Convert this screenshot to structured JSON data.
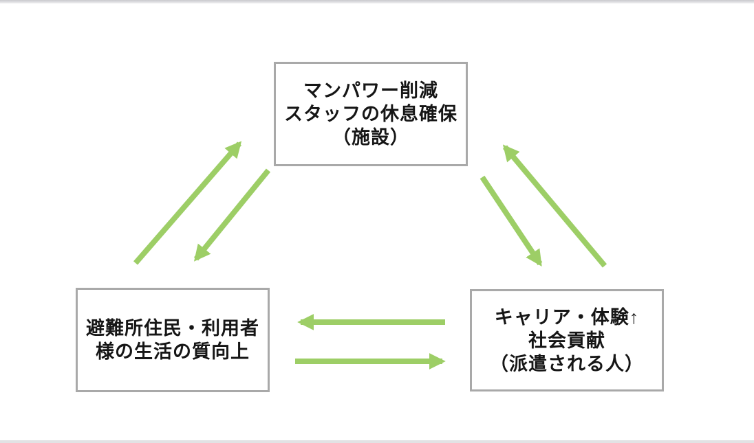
{
  "page": {
    "background": "#ffffff",
    "top_edge_color": "#c9c9cd",
    "bottom_edge_color": "#e2e2e4"
  },
  "diagram": {
    "type": "cycle-diagram",
    "colors": {
      "arrow": "#9dce66",
      "box_border": "#a9a9a9",
      "text": "#161616"
    },
    "nodes": {
      "facility": {
        "lines": [
          "マンパワー削減",
          "スタッフの休息確保",
          "（施設）"
        ]
      },
      "residents": {
        "lines": [
          "避難所住民・利用者",
          "様の生活の質向上"
        ]
      },
      "dispatched": {
        "lines": [
          "キャリア・体験↑",
          "社会貢献",
          "（派遣される人）"
        ]
      }
    },
    "relations": [
      {
        "from": "residents",
        "to": "facility",
        "style": "green-arrow"
      },
      {
        "from": "facility",
        "to": "residents",
        "style": "green-arrow"
      },
      {
        "from": "facility",
        "to": "dispatched",
        "style": "green-arrow"
      },
      {
        "from": "dispatched",
        "to": "facility",
        "style": "green-arrow"
      },
      {
        "from": "dispatched",
        "to": "residents",
        "style": "green-arrow"
      },
      {
        "from": "residents",
        "to": "dispatched",
        "style": "green-arrow"
      }
    ]
  }
}
